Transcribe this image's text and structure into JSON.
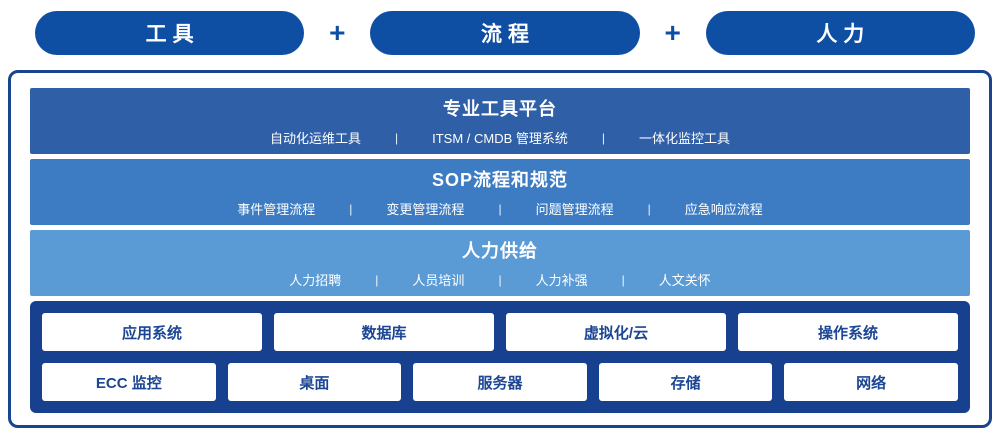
{
  "separator": "|",
  "header": {
    "plus_sign": "+",
    "pills": [
      {
        "label": "工具"
      },
      {
        "label": "流程"
      },
      {
        "label": "人力"
      }
    ]
  },
  "bands": [
    {
      "title": "专业工具平台",
      "items": [
        "自动化运维工具",
        "ITSM / CMDB 管理系统",
        "一体化监控工具"
      ],
      "color": "#2e5fa7"
    },
    {
      "title": "SOP流程和规范",
      "items": [
        "事件管理流程",
        "变更管理流程",
        "问题管理流程",
        "应急响应流程"
      ],
      "color": "#3d7cc2"
    },
    {
      "title": "人力供给",
      "items": [
        "人力招聘",
        "人员培训",
        "人力补强",
        "人文关怀"
      ],
      "color": "#5b9bd5"
    }
  ],
  "base": {
    "color": "#17418f",
    "rows": [
      [
        "应用系统",
        "数据库",
        "虚拟化/云",
        "操作系统"
      ],
      [
        "ECC 监控",
        "桌面",
        "服务器",
        "存储",
        "网络"
      ]
    ]
  },
  "colors": {
    "pill": "#0e4fa4",
    "plus": "#0e4fa4",
    "panel_border": "#1a4490",
    "box_text": "#1c4693"
  }
}
